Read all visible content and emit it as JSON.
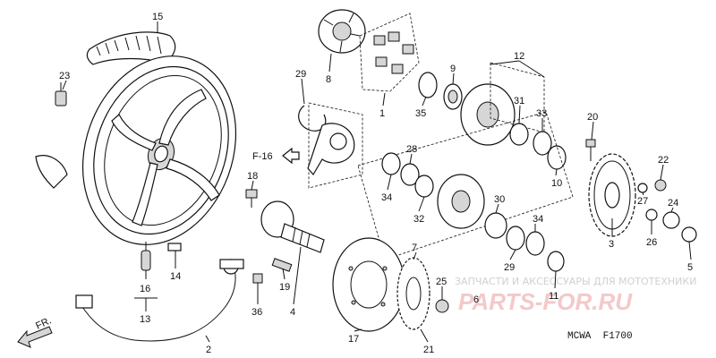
{
  "diagram": {
    "callouts": [
      {
        "id": "c15",
        "text": "15"
      },
      {
        "id": "c23",
        "text": "23"
      },
      {
        "id": "c8",
        "text": "8"
      },
      {
        "id": "c1",
        "text": "1"
      },
      {
        "id": "c29",
        "text": "29"
      },
      {
        "id": "c35",
        "text": "35"
      },
      {
        "id": "c9",
        "text": "9"
      },
      {
        "id": "c12",
        "text": "12"
      },
      {
        "id": "c31",
        "text": "31"
      },
      {
        "id": "c33",
        "text": "33"
      },
      {
        "id": "c20",
        "text": "20"
      },
      {
        "id": "c28",
        "text": "28"
      },
      {
        "id": "c10",
        "text": "10"
      },
      {
        "id": "c18",
        "text": "18"
      },
      {
        "id": "c34a",
        "text": "34"
      },
      {
        "id": "c32",
        "text": "32"
      },
      {
        "id": "c30",
        "text": "30"
      },
      {
        "id": "c34b",
        "text": "34"
      },
      {
        "id": "c22",
        "text": "22"
      },
      {
        "id": "c27",
        "text": "27"
      },
      {
        "id": "c24",
        "text": "24"
      },
      {
        "id": "c26",
        "text": "26"
      },
      {
        "id": "c3",
        "text": "3"
      },
      {
        "id": "c5",
        "text": "5"
      },
      {
        "id": "c14",
        "text": "14"
      },
      {
        "id": "c16",
        "text": "16"
      },
      {
        "id": "c13",
        "text": "13"
      },
      {
        "id": "c19",
        "text": "19"
      },
      {
        "id": "c36",
        "text": "36"
      },
      {
        "id": "c4",
        "text": "4"
      },
      {
        "id": "c7",
        "text": "7"
      },
      {
        "id": "c29b",
        "text": "29"
      },
      {
        "id": "c11",
        "text": "11"
      },
      {
        "id": "c25",
        "text": "25"
      },
      {
        "id": "c6",
        "text": "6"
      },
      {
        "id": "c17",
        "text": "17"
      },
      {
        "id": "c21",
        "text": "21"
      },
      {
        "id": "c2",
        "text": "2"
      }
    ],
    "direction_labels": {
      "f16": "F-16",
      "fr": "FR."
    },
    "diagram_code": "MCWA  F1700",
    "watermark": {
      "caption": "ЗАПЧАСТИ И АКСЕССУАРЫ ДЛЯ МОТОТЕХНИКИ",
      "logo": "PARTS-FOR.RU"
    }
  }
}
